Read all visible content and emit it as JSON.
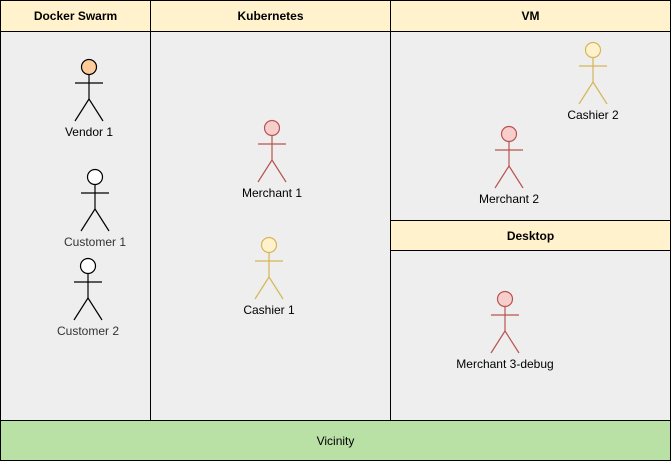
{
  "colors": {
    "panel_bg": "#eeeeee",
    "header_bg": "#fff2cc",
    "footer_bg": "#b9e0a5",
    "orange_fill": "#ffcc99",
    "red_fill": "#f8cecc",
    "red_stroke": "#b85450",
    "yellow_fill": "#fff2cc",
    "yellow_stroke": "#d6b656",
    "white_fill": "#ffffff",
    "black_stroke": "#000000",
    "gray_stroke": "#666666"
  },
  "containers": {
    "docker_swarm": "Docker Swarm",
    "kubernetes": "Kubernetes",
    "vm": "VM",
    "desktop": "Desktop"
  },
  "footer": {
    "label": "Vicinity"
  },
  "actors": {
    "vendor_1": "Vendor 1",
    "customer_1": "Customer 1",
    "customer_2": "Customer 2",
    "merchant_1": "Merchant 1",
    "cashier_1": "Cashier 1",
    "merchant_2": "Merchant 2",
    "cashier_2": "Cashier 2",
    "merchant_3": "Merchant 3-debug"
  }
}
